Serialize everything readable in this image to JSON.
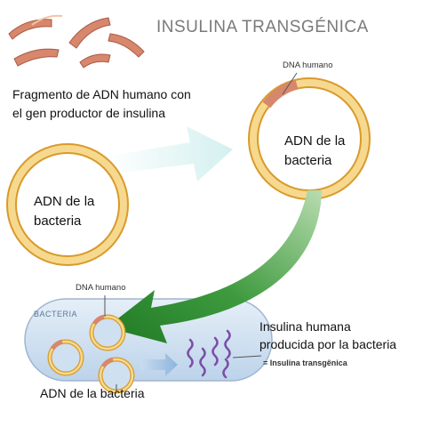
{
  "title": "INSULINA TRANSGÉNICA",
  "fragment_caption": {
    "line1": "Fragmento de ADN humano con",
    "line2": "el gen productor de insulina"
  },
  "left_plasmid": {
    "line1": "ADN  de la",
    "line2": "bacteria"
  },
  "right_plasmid": {
    "line1": "ADN  de la",
    "line2": "bacteria",
    "dna_label": "DNA humano"
  },
  "bacteria": {
    "label": "BACTERIA",
    "dna_label": "DNA humano",
    "insulin_line1": "Insulina humana",
    "insulin_line2": "producida por la bacteria",
    "insulin_tag": "= Insulina transgênica",
    "adn_label": "ADN de la bacteria"
  },
  "colors": {
    "ring": "#f4d08a",
    "ring_edge": "#d99a2b",
    "dna_fragment": "#d7876c",
    "bacterium_fill": "#c9dcef",
    "big_arrow": "#2f8a2f",
    "pale_arrow": "#d8efee",
    "insulin": "#7a4fa8"
  }
}
